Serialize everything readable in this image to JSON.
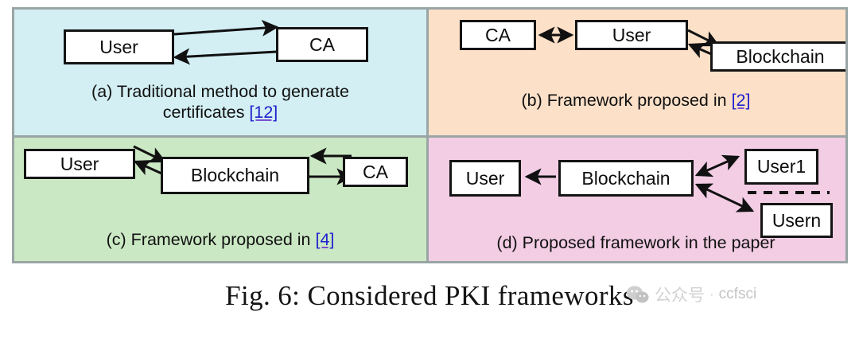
{
  "figure": {
    "caption": "Fig. 6: Considered PKI frameworks",
    "border_color": "#9aa5a5"
  },
  "watermark": {
    "icon": "wechat-bubbles-icon",
    "chinese": "公众号",
    "separator": "·",
    "account": "ccfsci",
    "color": "#c9c9c9"
  },
  "panels": [
    {
      "id": "a",
      "background": "#d3eff4",
      "caption_line1": "(a) Traditional method to generate",
      "caption_line2_text": "certificates ",
      "citation": "[12]",
      "nodes": [
        {
          "label": "User"
        },
        {
          "label": "CA"
        }
      ],
      "edges": [
        {
          "from": "User",
          "to": "CA",
          "direction": "forward"
        },
        {
          "from": "CA",
          "to": "User",
          "direction": "forward"
        }
      ]
    },
    {
      "id": "b",
      "background": "#fde0c8",
      "caption_line1": "(b) Framework proposed in ",
      "citation": "[2]",
      "nodes": [
        {
          "label": "CA"
        },
        {
          "label": "User"
        },
        {
          "label": "Blockchain"
        }
      ],
      "edges": [
        {
          "from": "CA",
          "to": "User",
          "direction": "both"
        },
        {
          "from": "User",
          "to": "Blockchain",
          "direction": "forward"
        },
        {
          "from": "Blockchain",
          "to": "User",
          "direction": "forward"
        }
      ]
    },
    {
      "id": "c",
      "background": "#cbe8c4",
      "caption_line1": "(c) Framework proposed in ",
      "citation": "[4]",
      "nodes": [
        {
          "label": "User"
        },
        {
          "label": "Blockchain"
        },
        {
          "label": "CA"
        }
      ],
      "edges": [
        {
          "from": "User",
          "to": "Blockchain",
          "direction": "forward"
        },
        {
          "from": "Blockchain",
          "to": "User",
          "direction": "forward"
        },
        {
          "from": "CA",
          "to": "Blockchain",
          "direction": "forward"
        },
        {
          "from": "Blockchain",
          "to": "CA",
          "direction": "forward"
        }
      ]
    },
    {
      "id": "d",
      "background": "#f2cde4",
      "caption_line1": "(d) Proposed framework in the paper",
      "citation": "",
      "nodes": [
        {
          "label": "User"
        },
        {
          "label": "Blockchain"
        },
        {
          "label": "User1"
        },
        {
          "label": "Usern"
        }
      ],
      "edges": [
        {
          "from": "Blockchain",
          "to": "User",
          "direction": "forward"
        },
        {
          "from": "Blockchain",
          "to": "User1",
          "direction": "both"
        },
        {
          "from": "Blockchain",
          "to": "Usern",
          "direction": "both"
        }
      ],
      "separator": "dashed-line"
    }
  ]
}
